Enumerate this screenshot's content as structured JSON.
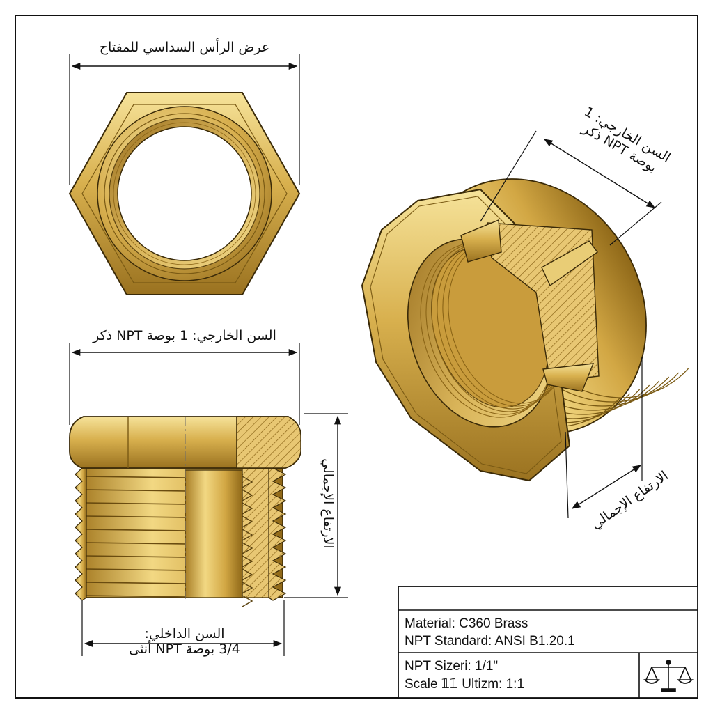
{
  "labels": {
    "hex_width": "عرض الرأس السداسي للمفتاح",
    "ext_thread_front_line1": "السن الخارجي: 1 بوصة NPT ذكر",
    "ext_thread_iso_line1": "السن الخارجي: 1",
    "ext_thread_iso_line2": "بوصة NPT ذكر",
    "overall_height_side": "الارتفاع الإجمالي",
    "overall_height_iso": "الارتفاع الإجمالي",
    "int_thread_line1": "السن الداخلي:",
    "int_thread_line2": "3/4 بوصة NPT أنثى"
  },
  "title_block": {
    "material": "Material: C360 Brass",
    "standard": "NPT Standard: ANSI B1.20.1",
    "size": "NPT Sizeri: 1/1\"",
    "scale": "Scale 𝟙𝟙 Ultizm: 1:1",
    "logo_icon": "balance-scale-icon"
  },
  "colors": {
    "brass_light": "#f3dc8a",
    "brass_mid": "#d4ac4a",
    "brass_dark": "#8a6416",
    "outline": "#3a2a08"
  }
}
